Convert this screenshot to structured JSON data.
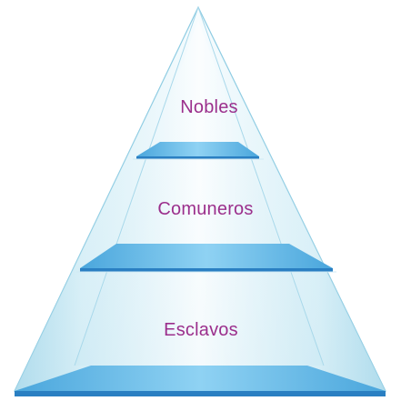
{
  "diagram": {
    "type": "pyramid",
    "tiers": [
      {
        "label": "Nobles"
      },
      {
        "label": "Comuneros"
      },
      {
        "label": "Esclavos"
      }
    ]
  },
  "colors": {
    "glass_light": "#e8f6fb",
    "glass_mid": "#b9e2f0",
    "glass_edge": "#7fc7df",
    "shelf_blue": "#2f8fd0",
    "shelf_light": "#6ec0ea",
    "label": "#9b2f8c"
  }
}
